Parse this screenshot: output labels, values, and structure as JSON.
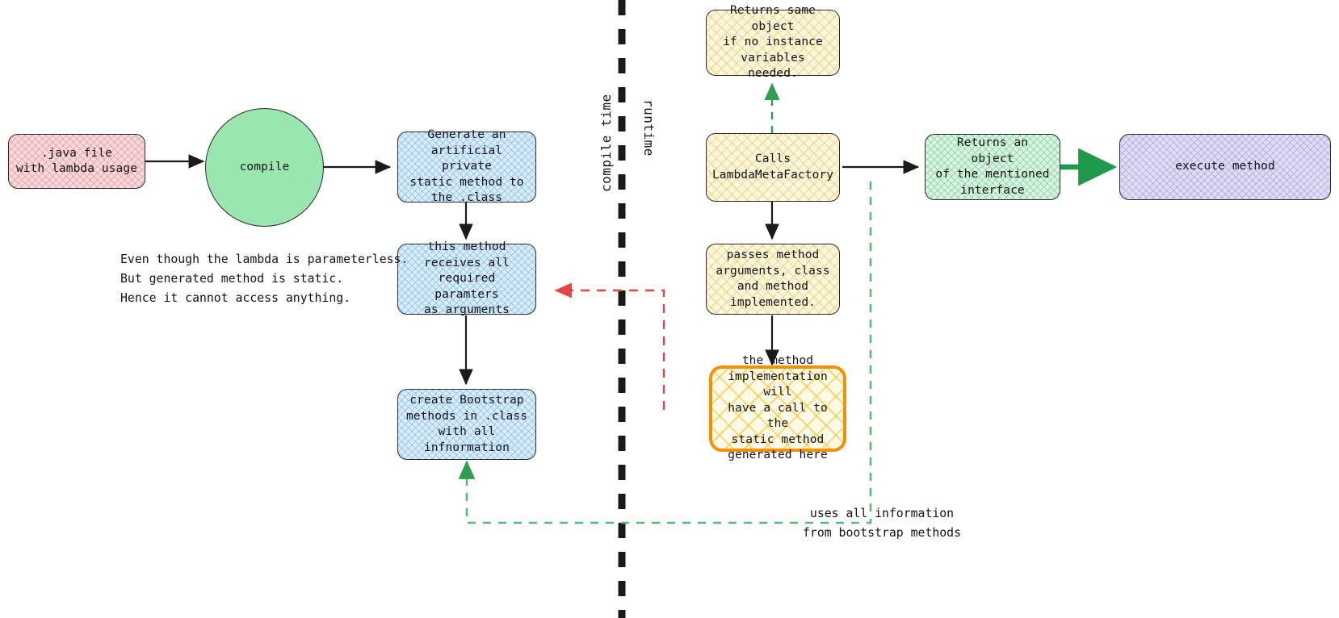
{
  "diagram": {
    "title": "Java lambda compile-time and runtime flow",
    "colors": {
      "pink": "#fadadd",
      "blue": "#d9ecfb",
      "yellow": "#fbf6dd",
      "green": "#d9f5e1",
      "purple": "#e0dcf5",
      "circle_green": "#9ae6af",
      "highlight_orange": "#f29100",
      "arrow_black": "#1a1a1a",
      "arrow_green": "#1f9a4d",
      "arrow_red": "#e64545",
      "divider_black": "#1a1a1a"
    },
    "dividers": [
      {
        "name": "compile-time-runtime-divider",
        "label_left": "compile time",
        "label_right": "runtime"
      }
    ],
    "nodes": {
      "java_file": ".java file\nwith lambda usage",
      "compile": "compile",
      "generate_method": "Generate an\nartificial private\nstatic method to\nthe .class",
      "this_method": "this method\nreceives all\nrequired paramters\nas arguments",
      "create_bootstrap": "create Bootstrap\nmethods in .class\nwith all\ninfnormation",
      "returns_same_object": "Returns same object\nif no instance\nvariables needed.",
      "calls_lmf": "Calls\nLambdaMetaFactory",
      "passes_args": "passes method\narguments, class\nand method\nimplemented.",
      "method_impl": "the method\nimplementation will\nhave a call to the\nstatic method\ngenerated here",
      "returns_object": "Returns an object\nof the mentioned\ninterface",
      "execute_method": "execute method"
    },
    "notes": {
      "lambda_note": "Even though the lambda is parameterless.\nBut generated method is static.\nHence it cannot access anything.",
      "bootstrap_note": "uses all information\nfrom bootstrap methods"
    }
  }
}
